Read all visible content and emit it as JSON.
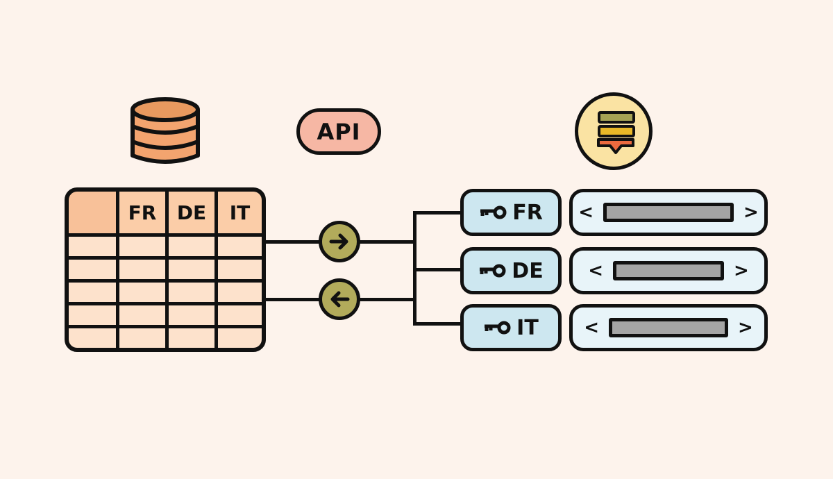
{
  "icons": {
    "database": "database-icon",
    "api_label": "API",
    "list_badge": "list-badge-icon"
  },
  "colors": {
    "background": "#fdf3ec",
    "database": "#f3a46f",
    "api_fill": "#f6b7a4",
    "table_header": "#fbcda8",
    "table_cell": "#fde2cc",
    "arrow_circle": "#b2ab5b",
    "key_pill": "#cde7f0",
    "slider_pill": "#e8f4f9",
    "slider_track": "#a5a5a5",
    "badge_fill": "#fae3a3",
    "badge_bar1": "#a5a254",
    "badge_bar2": "#e9b828",
    "badge_bar3": "#ec6a3f"
  },
  "table": {
    "headers": [
      "",
      "FR",
      "DE",
      "IT"
    ],
    "row_count": 5
  },
  "flows": [
    {
      "direction": "right",
      "icon": "arrow-right-icon",
      "glyph": "→"
    },
    {
      "direction": "left",
      "icon": "arrow-left-icon",
      "glyph": "←"
    }
  ],
  "locales": [
    {
      "key_icon": "key-icon",
      "label": "FR",
      "prev": "<",
      "next": ">"
    },
    {
      "key_icon": "key-icon",
      "label": "DE",
      "prev": "<",
      "next": ">"
    },
    {
      "key_icon": "key-icon",
      "label": "IT",
      "prev": "<",
      "next": ">"
    }
  ]
}
